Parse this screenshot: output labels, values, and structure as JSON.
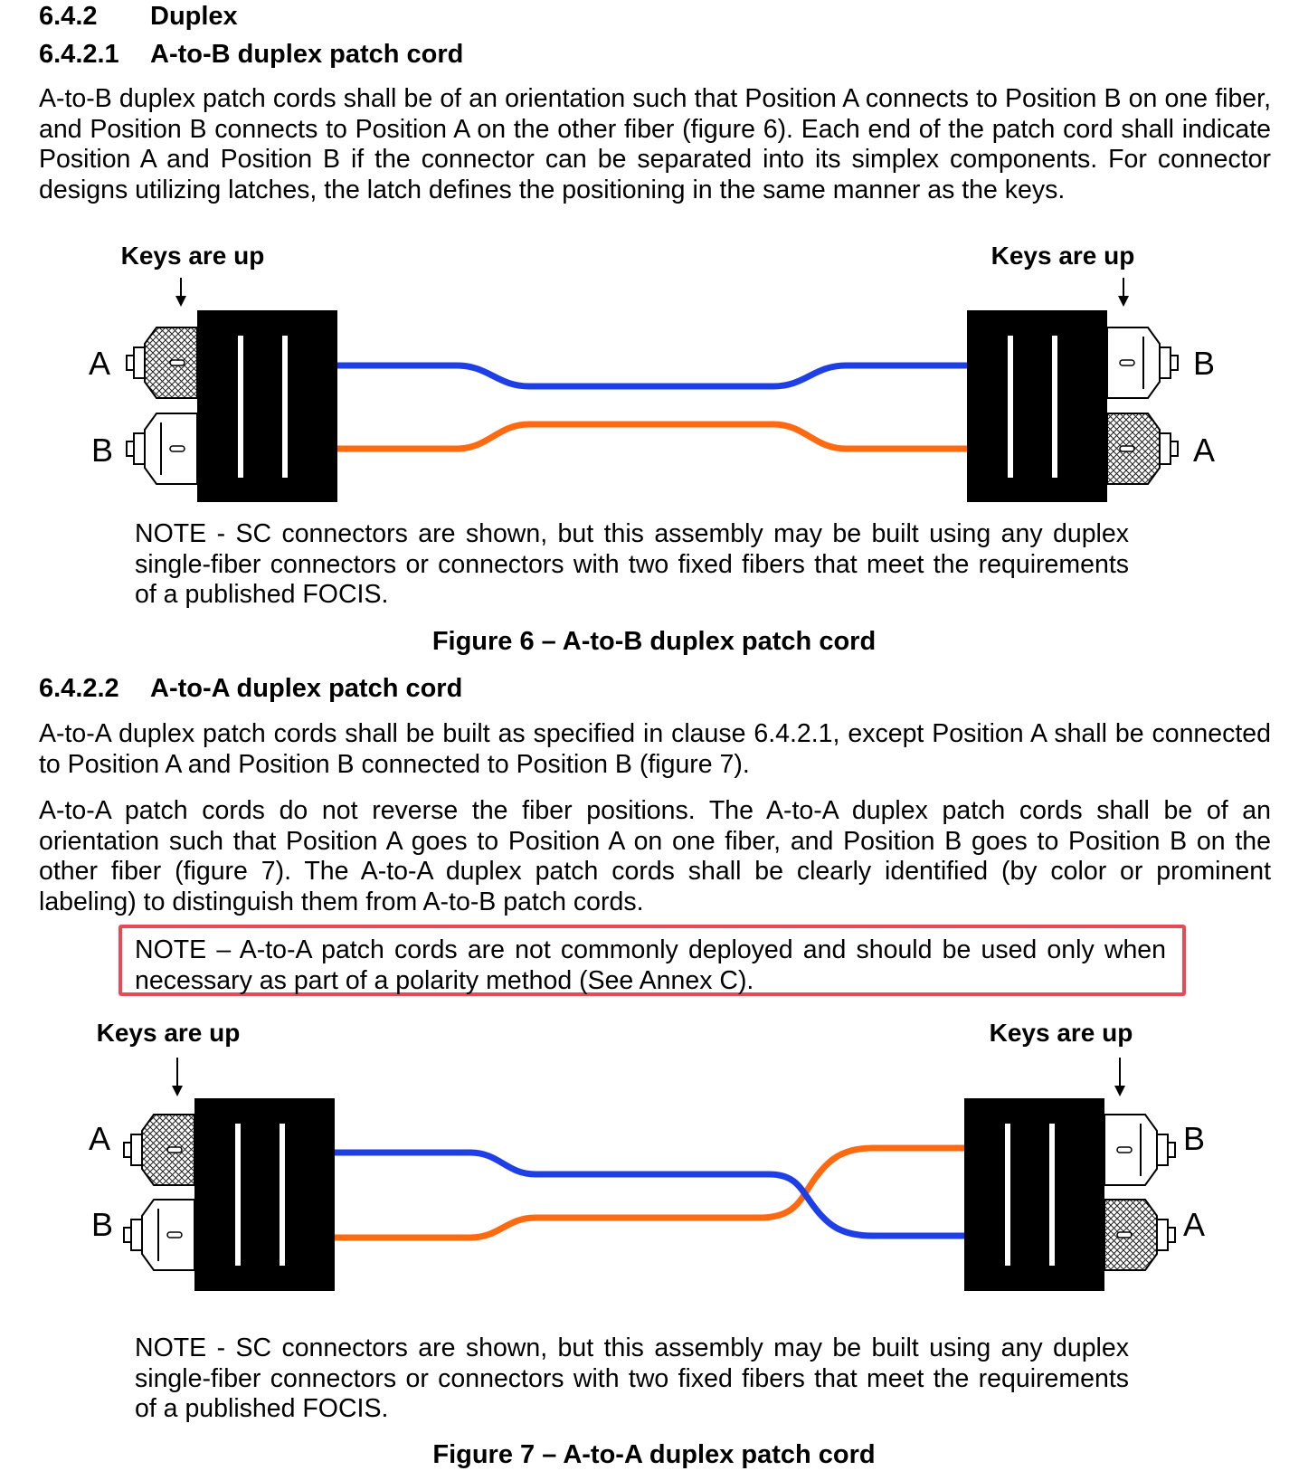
{
  "section": {
    "number": "6.4.2",
    "title": "Duplex"
  },
  "sub1": {
    "number": "6.4.2.1",
    "title": "A-to-B duplex patch cord",
    "paragraph": "A-to-B duplex patch cords shall be of an orientation such that Position A connects to Position B on one fiber, and Position B connects to Position A on the other fiber (figure 6). Each end of the patch cord shall indicate Position A and Position B if the connector can be separated into its simplex components. For connector designs utilizing latches, the latch defines the positioning in the same manner as the keys."
  },
  "figure6": {
    "keys_left": "Keys are up",
    "keys_right": "Keys are up",
    "left_top": "A",
    "left_bottom": "B",
    "right_top": "B",
    "right_bottom": "A",
    "note": "NOTE - SC connectors are shown, but this assembly may be built using any duplex single-fiber connectors or connectors with two fixed fibers that meet the requirements of a published FOCIS.",
    "caption": "Figure 6 – A-to-B duplex patch cord"
  },
  "sub2": {
    "number": "6.4.2.2",
    "title": "A-to-A duplex patch cord",
    "paragraph1": "A-to-A duplex patch cords shall be built as specified in clause 6.4.2.1, except Position A shall be connected to Position A and Position B connected to Position B (figure 7).",
    "paragraph2": "A-to-A patch cords do not reverse the fiber positions. The A-to-A duplex patch cords shall be of an orientation such that Position A goes to Position A on one fiber, and Position B goes to Position B on the other fiber (figure 7). The A-to-A duplex patch cords shall be clearly identified (by color or prominent labeling) to distinguish them from A-to-B patch cords.",
    "highlighted_note": "NOTE – A-to-A patch cords are not commonly deployed and should be used only when necessary as part of a polarity method (See Annex C)."
  },
  "figure7": {
    "keys_left": "Keys are up",
    "keys_right": "Keys are up",
    "left_top": "A",
    "left_bottom": "B",
    "right_top": "B",
    "right_bottom": "A",
    "note": "NOTE - SC connectors are shown, but this assembly may be built using any duplex single-fiber connectors or connectors with two fixed fibers that meet the requirements of a published FOCIS.",
    "caption": "Figure 7 – A-to-A duplex patch cord"
  },
  "colors": {
    "fiber_blue": "#1f3fe6",
    "fiber_orange": "#ff6a10",
    "highlight_border": "#e84a55"
  }
}
